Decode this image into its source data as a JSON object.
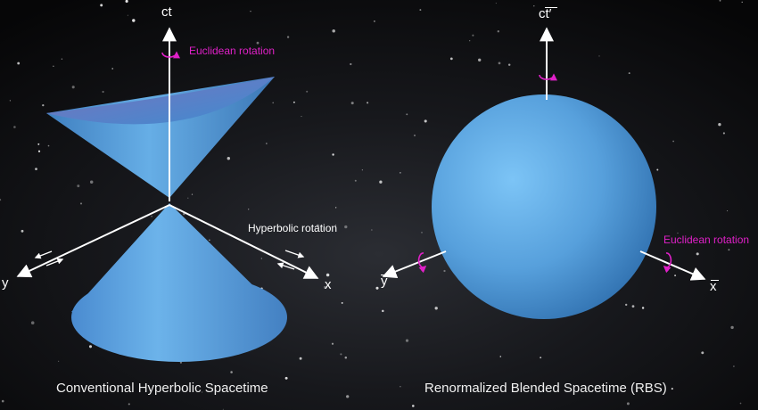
{
  "left_diagram": {
    "axis_ct": "ct",
    "axis_x": "x",
    "axis_y": "y",
    "euclidean_rotation_label": "Euclidean rotation",
    "hyperbolic_rotation_label": "Hyperbolic rotation",
    "caption": "Conventional Hyperbolic Spacetime"
  },
  "right_diagram": {
    "axis_ct": "ct′",
    "axis_x": "x",
    "axis_y": "y",
    "euclidean_rotation_label": "Euclidean rotation",
    "caption": "Renormalized Blended Spacetime (RBS)"
  },
  "colors": {
    "background": "#0a0a0c",
    "surface_blue": "#5a9fd8",
    "rotation_magenta": "#e020c8",
    "axis_white": "#ffffff"
  }
}
